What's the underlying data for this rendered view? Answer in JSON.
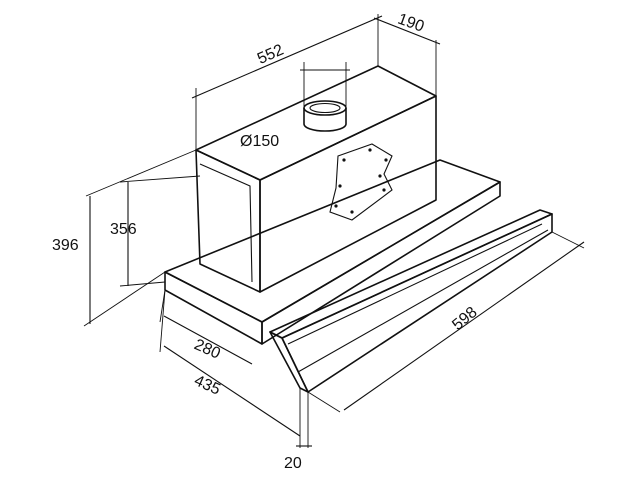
{
  "drawing": {
    "colors": {
      "line": "#111111",
      "face_light": "#ffffff",
      "face_top": "#f2f2f2",
      "face_side": "#d9d9d9",
      "face_dark": "#bfbfbf",
      "background": "#ffffff"
    },
    "dimensions": {
      "width_total": "598",
      "depth_total": "435",
      "depth_inner": "280",
      "body_width": "552",
      "body_depth": "190",
      "duct_diameter": "Ø150",
      "height_total": "396",
      "height_body": "356",
      "panel_thickness": "20"
    }
  }
}
